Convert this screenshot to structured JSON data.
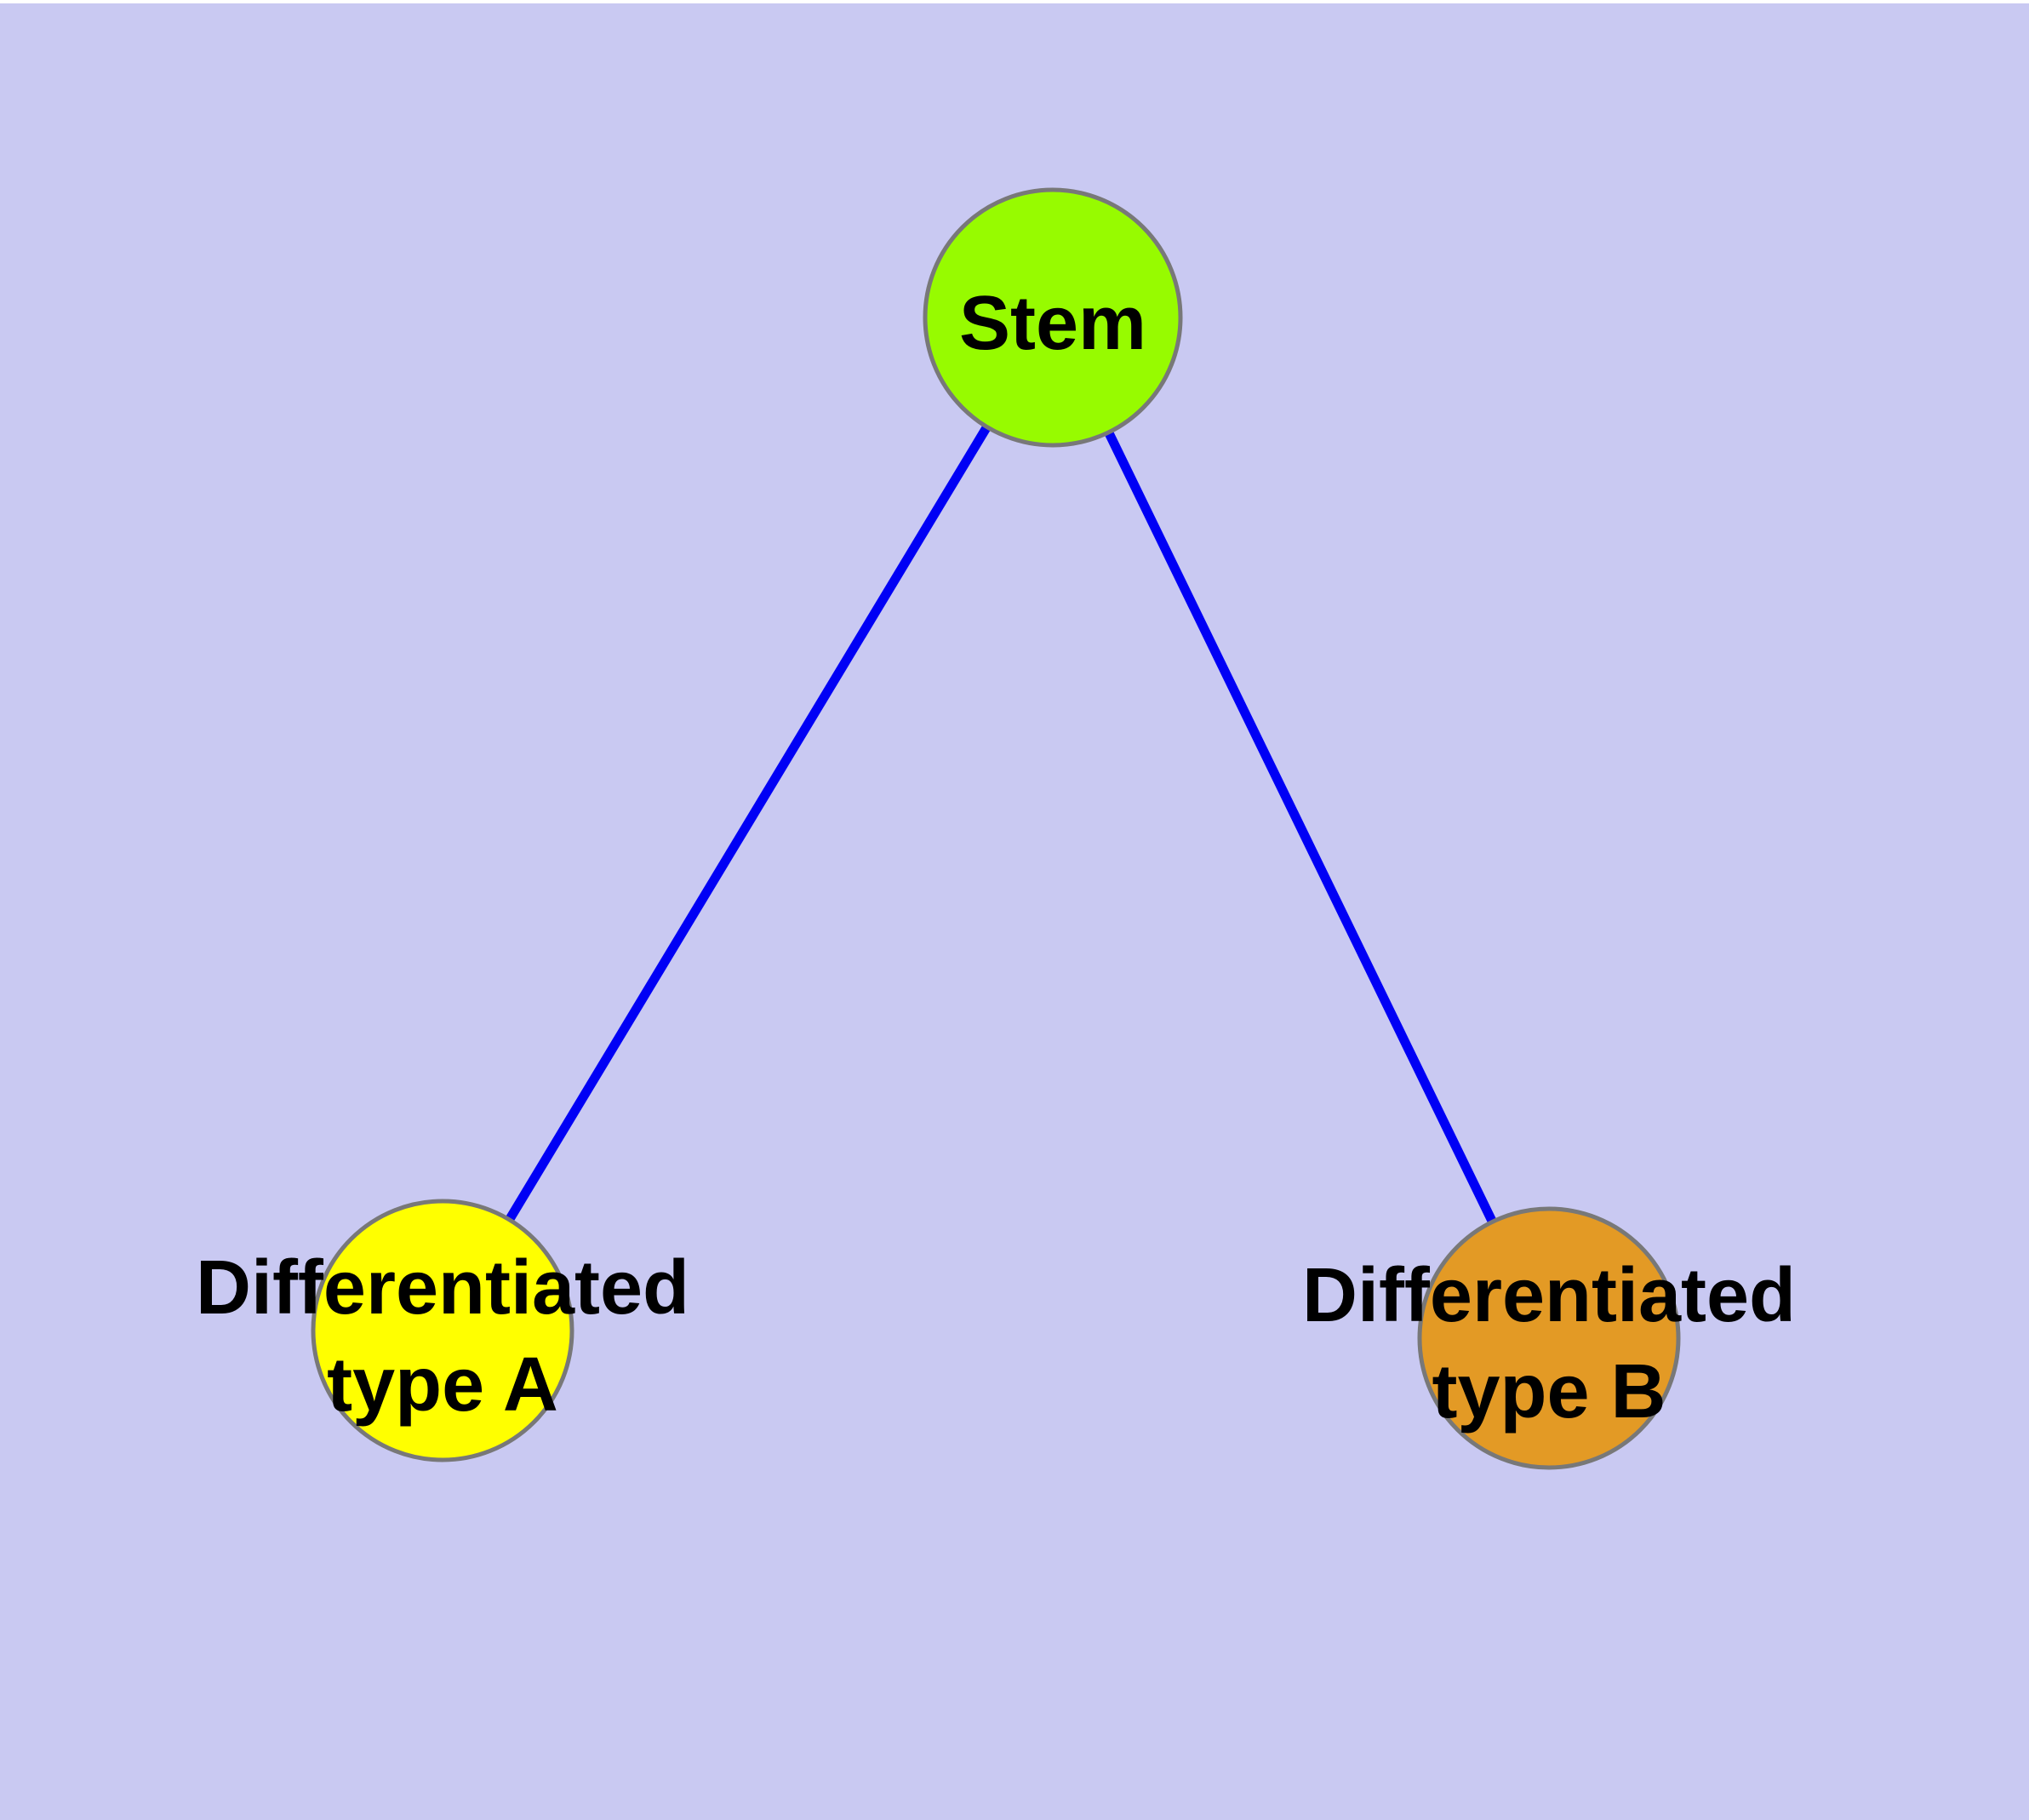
{
  "canvas": {
    "background_color": "#C9C9F2",
    "top_edge_color": "#FFFFFF"
  },
  "text_color": "#000000",
  "nodes": {
    "stem": {
      "label": "Stem",
      "fill_color": "#97FB00",
      "border_color": "#787878"
    },
    "type_a": {
      "label_line1": "Differentiated",
      "label_line2": "type A",
      "fill_color": "#FFFF00",
      "border_color": "#787878"
    },
    "type_b": {
      "label_line1": "Differentiated",
      "label_line2": "type B",
      "fill_color": "#E39A25",
      "border_color": "#787878"
    }
  },
  "edges": {
    "color": "#0000F5",
    "list": [
      {
        "from": "Stem",
        "to": "Differentiated type A"
      },
      {
        "from": "Stem",
        "to": "Differentiated type B"
      }
    ]
  }
}
